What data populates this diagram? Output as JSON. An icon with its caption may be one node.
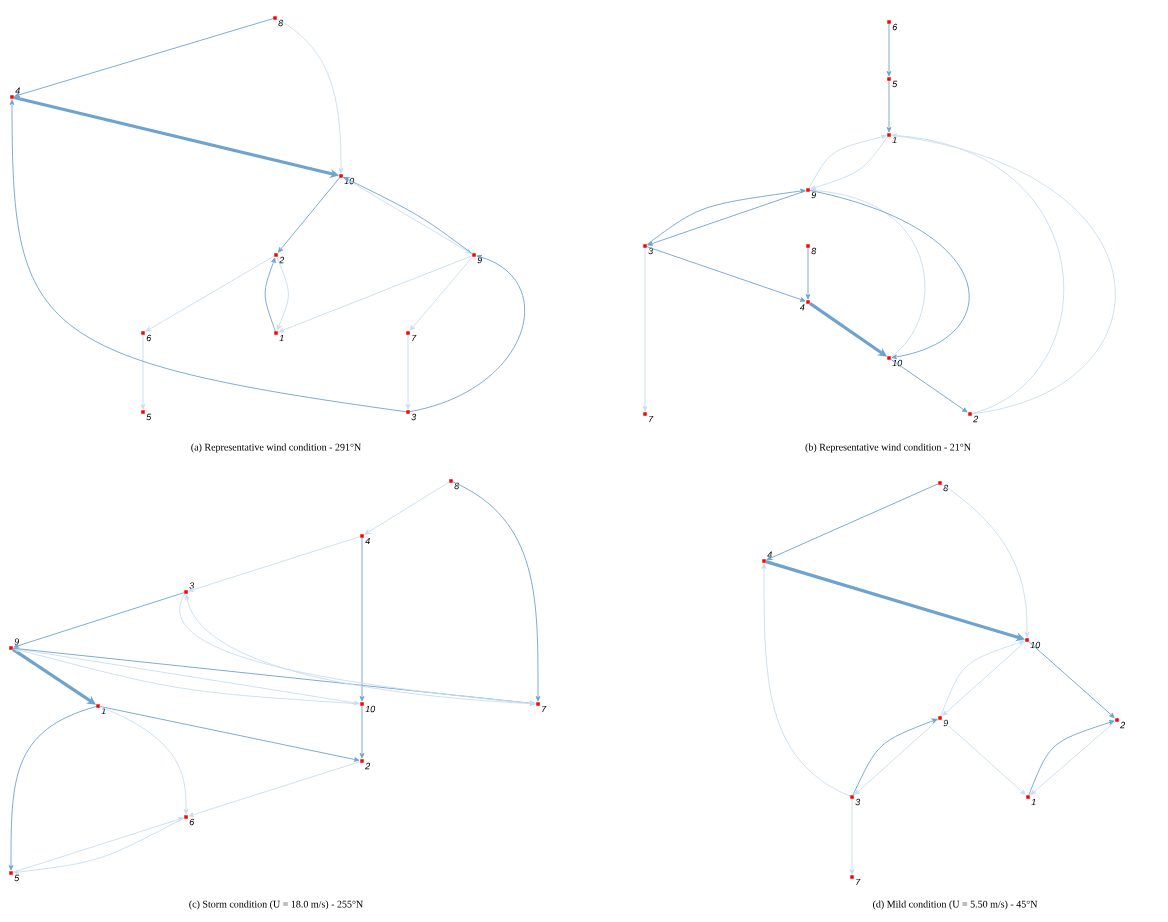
{
  "diagram": {
    "nodes": [
      {
        "text": [
          "8"
        ]
      },
      {
        "text": [
          "4"
        ]
      },
      {
        "text": [
          "10"
        ]
      },
      {
        "text": [
          "2"
        ]
      },
      {
        "text": [
          "9"
        ]
      },
      {
        "text": [
          "6"
        ]
      },
      {
        "text": [
          "1"
        ]
      },
      {
        "text": [
          "7"
        ]
      },
      {
        "text": [
          "5"
        ]
      },
      {
        "text": [
          "3"
        ]
      },
      {
        "text": [
          "6"
        ]
      },
      {
        "text": [
          "5"
        ]
      },
      {
        "text": [
          "1"
        ]
      },
      {
        "text": [
          "9"
        ]
      },
      {
        "text": [
          "3"
        ]
      },
      {
        "text": [
          "8"
        ]
      },
      {
        "text": [
          "4"
        ]
      },
      {
        "text": [
          "10"
        ]
      },
      {
        "text": [
          "7"
        ]
      },
      {
        "text": [
          "2"
        ]
      },
      {
        "text": [
          "8"
        ]
      },
      {
        "text": [
          "4"
        ]
      },
      {
        "text": [
          "3"
        ]
      },
      {
        "text": [
          "9"
        ]
      },
      {
        "text": [
          "1"
        ]
      },
      {
        "text": [
          "10"
        ]
      },
      {
        "text": [
          "7"
        ]
      },
      {
        "text": [
          "2"
        ]
      },
      {
        "text": [
          "6"
        ]
      },
      {
        "text": [
          "5"
        ]
      },
      {
        "text": [
          "8"
        ]
      },
      {
        "text": [
          "4"
        ]
      },
      {
        "text": [
          "10"
        ]
      },
      {
        "text": [
          "9"
        ]
      },
      {
        "text": [
          "2"
        ]
      },
      {
        "text": [
          "3"
        ]
      },
      {
        "text": [
          "1"
        ]
      },
      {
        "text": [
          "7"
        ]
      }
    ],
    "edges": [
      {
        "from": 0,
        "to": 1,
        "arrow": "to"
      },
      {
        "from": 0,
        "to": 2,
        "arrow": "to",
        "color": "#c8ddef"
      },
      {
        "from": 1,
        "to": 2,
        "arrow": "to",
        "style": "thick"
      },
      {
        "from": 2,
        "to": 3,
        "arrow": "to"
      },
      {
        "from": 2,
        "to": 4,
        "arrow": "to",
        "color": "#c8ddef"
      },
      {
        "from": 4,
        "to": 2,
        "arrow": "to"
      },
      {
        "from": 3,
        "to": 5,
        "arrow": "to",
        "color": "#c8ddef"
      },
      {
        "from": 3,
        "to": 6,
        "arrow": "to",
        "color": "#c8ddef"
      },
      {
        "from": 6,
        "to": 3,
        "arrow": "to"
      },
      {
        "from": 4,
        "to": 6,
        "arrow": "to",
        "color": "#c8ddef"
      },
      {
        "from": 4,
        "to": 7,
        "arrow": "to",
        "color": "#c8ddef"
      },
      {
        "from": 5,
        "to": 8,
        "arrow": "to",
        "color": "#c8ddef"
      },
      {
        "from": 7,
        "to": 9,
        "arrow": "to",
        "color": "#c8ddef"
      },
      {
        "from": 9,
        "to": 1,
        "arrow": "to"
      },
      {
        "from": 9,
        "to": 4,
        "arrow": "to"
      },
      {
        "from": 10,
        "to": 11,
        "arrow": "to"
      },
      {
        "from": 11,
        "to": 12,
        "arrow": "to"
      },
      {
        "from": 13,
        "to": 12,
        "arrow": "to",
        "color": "#c8ddef"
      },
      {
        "from": 12,
        "to": 13,
        "arrow": "to",
        "color": "#c8ddef"
      },
      {
        "from": 14,
        "to": 13,
        "arrow": "to"
      },
      {
        "from": 13,
        "to": 14,
        "arrow": "to"
      },
      {
        "from": 14,
        "to": 16,
        "arrow": "to"
      },
      {
        "from": 14,
        "to": 18,
        "arrow": "to",
        "color": "#c8ddef"
      },
      {
        "from": 15,
        "to": 16,
        "arrow": "to"
      },
      {
        "from": 16,
        "to": 17,
        "arrow": "to",
        "style": "thick"
      },
      {
        "from": 17,
        "to": 19,
        "arrow": "to"
      },
      {
        "from": 17,
        "to": 13,
        "arrow": "to",
        "color": "#c8ddef"
      },
      {
        "from": 13,
        "to": 17,
        "arrow": "to"
      },
      {
        "from": 19,
        "to": 12,
        "arrow": "to",
        "color": "#c8ddef"
      },
      {
        "from": 12,
        "to": 19,
        "arrow": "none",
        "color": "#c8ddef"
      },
      {
        "from": 20,
        "to": 21,
        "arrow": "to",
        "color": "#c8ddef"
      },
      {
        "from": 20,
        "to": 26,
        "arrow": "to"
      },
      {
        "from": 21,
        "to": 22,
        "arrow": "to",
        "color": "#c8ddef"
      },
      {
        "from": 21,
        "to": 25,
        "arrow": "to"
      },
      {
        "from": 25,
        "to": 27,
        "arrow": "to"
      },
      {
        "from": 22,
        "to": 23,
        "arrow": "to"
      },
      {
        "from": 23,
        "to": 24,
        "arrow": "to",
        "style": "thick"
      },
      {
        "from": 24,
        "to": 27,
        "arrow": "to"
      },
      {
        "from": 24,
        "to": 29,
        "arrow": "to"
      },
      {
        "from": 24,
        "to": 28,
        "arrow": "to",
        "color": "#c8ddef"
      },
      {
        "from": 27,
        "to": 28,
        "arrow": "to",
        "color": "#c8ddef"
      },
      {
        "from": 29,
        "to": 28,
        "arrow": "to",
        "color": "#c8ddef"
      },
      {
        "from": 28,
        "to": 29,
        "arrow": "to",
        "color": "#c8ddef"
      },
      {
        "from": 23,
        "to": 25,
        "arrow": "to",
        "color": "#c8ddef"
      },
      {
        "from": 25,
        "to": 23,
        "arrow": "to",
        "color": "#c8ddef"
      },
      {
        "from": 23,
        "to": 26,
        "arrow": "to"
      },
      {
        "from": 22,
        "to": 26,
        "arrow": "to",
        "color": "#c8ddef"
      },
      {
        "from": 26,
        "to": 22,
        "arrow": "to",
        "color": "#c8ddef"
      },
      {
        "from": 30,
        "to": 31,
        "arrow": "to"
      },
      {
        "from": 30,
        "to": 32,
        "arrow": "to",
        "color": "#c8ddef"
      },
      {
        "from": 31,
        "to": 32,
        "arrow": "to",
        "style": "thick"
      },
      {
        "from": 35,
        "to": 31,
        "arrow": "to",
        "color": "#c8ddef"
      },
      {
        "from": 33,
        "to": 32,
        "arrow": "to",
        "color": "#c8ddef"
      },
      {
        "from": 32,
        "to": 33,
        "arrow": "to",
        "color": "#c8ddef"
      },
      {
        "from": 32,
        "to": 34,
        "arrow": "to"
      },
      {
        "from": 35,
        "to": 33,
        "arrow": "to"
      },
      {
        "from": 33,
        "to": 35,
        "arrow": "to",
        "color": "#c8ddef"
      },
      {
        "from": 33,
        "to": 36,
        "arrow": "to",
        "color": "#c8ddef"
      },
      {
        "from": 36,
        "to": 34,
        "arrow": "to"
      },
      {
        "from": 34,
        "to": 36,
        "arrow": "to",
        "color": "#c8ddef"
      },
      {
        "from": 35,
        "to": 37,
        "arrow": "to",
        "color": "#c8ddef"
      }
    ],
    "labels": [
      "(a) Representative wind condition - 291°N",
      "(b) Representative wind condition - 21°N",
      "(c) Storm condition (U = 18.0 m/s) - 255°N",
      "(d) Mild condition (U = 5.50 m/s) - 45°N"
    ]
  }
}
